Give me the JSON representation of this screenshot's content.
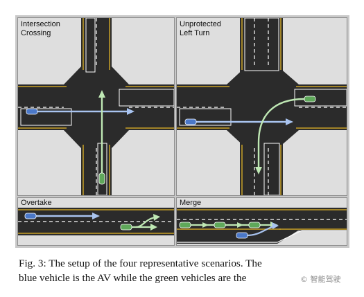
{
  "figure": {
    "panels": [
      {
        "label": "Intersection\nCrossing"
      },
      {
        "label": "Unprotected\nLeft Turn"
      },
      {
        "label": "Overtake"
      },
      {
        "label": "Merge"
      }
    ],
    "colors": {
      "road": "#2b2b2b",
      "lane_edge": "#c9a227",
      "lane_center": "#ffffff",
      "av_vehicle": "#4b78c8",
      "green_vehicle": "#5fa85a",
      "av_path": "#a9c4f0",
      "green_path": "#bfe8b4",
      "background": "#dedede"
    }
  },
  "caption": {
    "line1": "Fig. 3: The setup of the four representative scenarios. The",
    "line2": "blue vehicle is the AV while the green vehicles are the"
  },
  "watermark": {
    "text": "© 智能驾驶"
  }
}
